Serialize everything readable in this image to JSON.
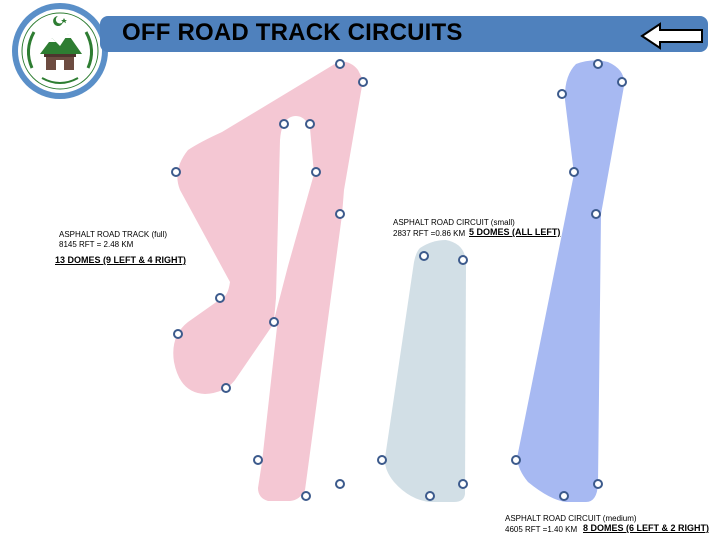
{
  "header": {
    "title": "OFF ROAD TRACK CIRCUITS",
    "back_icon": "left-arrow-icon",
    "banner_color": "#4f81bd"
  },
  "logo": {
    "icon": "emblem-logo"
  },
  "tracks": {
    "full": {
      "name": "ASPHALT ROAD TRACK (full)",
      "length": "8145 RFT = 2.48 KM",
      "domes": "13 DOMES (9  LEFT  & 4 RIGHT)",
      "color": "#f4c7d3"
    },
    "small": {
      "name": "ASPHALT ROAD CIRCUIT (small)",
      "length": "2837 RFT =0.86 KM",
      "domes": "5 DOMES (ALL LEFT)",
      "color": "#d2dfe6"
    },
    "medium": {
      "name": "ASPHALT ROAD CIRCUIT (medium)",
      "length": "4605 RFT =1.40 KM",
      "domes": "8 DOMES (6 LEFT  & 2 RIGHT)",
      "color": "#a7b9f2"
    }
  },
  "dome_color": "#3c5a8c"
}
